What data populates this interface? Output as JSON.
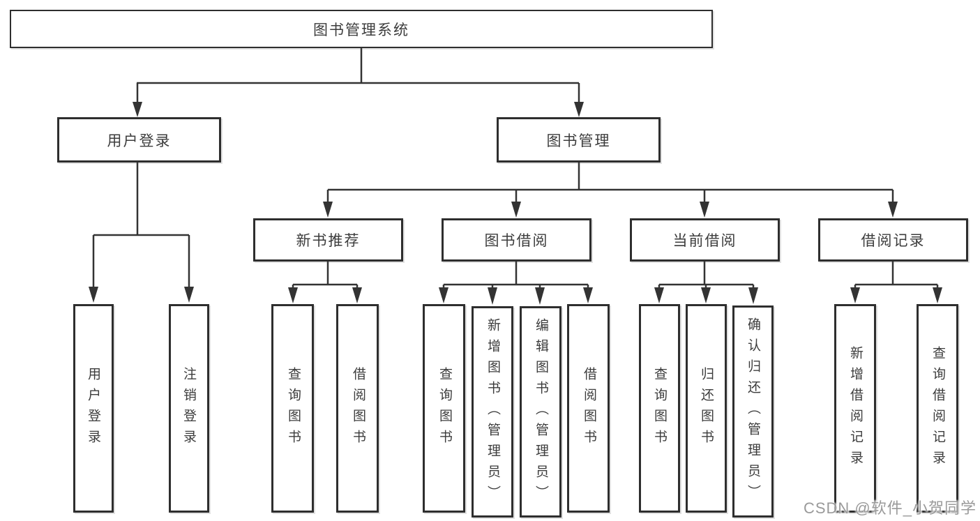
{
  "diagram": {
    "root": {
      "label": "图书管理系统"
    },
    "branches": [
      {
        "label": "用户登录",
        "children": [
          {
            "label": "用户登录"
          },
          {
            "label": "注销登录"
          }
        ]
      },
      {
        "label": "图书管理",
        "groups": [
          {
            "label": "新书推荐",
            "children": [
              {
                "label": "查询图书"
              },
              {
                "label": "借阅图书"
              }
            ]
          },
          {
            "label": "图书借阅",
            "children": [
              {
                "label": "查询图书"
              },
              {
                "label": "新增图书（管理员）"
              },
              {
                "label": "编辑图书（管理员）"
              },
              {
                "label": "借阅图书"
              }
            ]
          },
          {
            "label": "当前借阅",
            "children": [
              {
                "label": "查询图书"
              },
              {
                "label": "归还图书"
              },
              {
                "label": "确认归还（管理员）"
              }
            ]
          },
          {
            "label": "借阅记录",
            "children": [
              {
                "label": "新增借阅记录"
              },
              {
                "label": "查询借阅记录"
              }
            ]
          }
        ]
      }
    ]
  },
  "watermark": {
    "text": "CSDN @软件_小贺同学"
  },
  "colors": {
    "line": "#333333",
    "box_border": "#2e2e2e",
    "text": "#3c3c3c",
    "watermark": "#9a9a9a",
    "background": "#ffffff"
  }
}
